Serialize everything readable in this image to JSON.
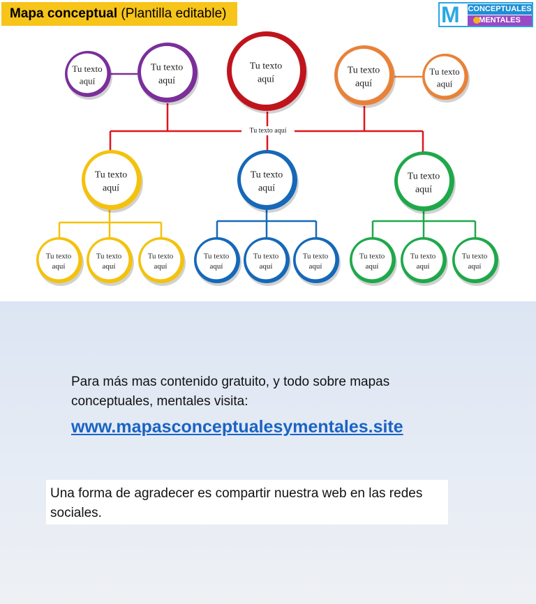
{
  "header": {
    "title_bold": "Mapa conceptual",
    "title_rest": " (Plantilla editable)",
    "logo_letter": "M",
    "logo_line1": "CONCEPTUALES",
    "logo_line2": "MENTALES"
  },
  "map": {
    "connector_label": "Tu texto aquí",
    "node_line1": "Tu texto",
    "node_line2": "aquí",
    "colors": {
      "red": "#c0141c",
      "purple": "#7a2f9a",
      "orange": "#e8823a",
      "yellow": "#f4c20d",
      "blue": "#1668b8",
      "green": "#1fa84a",
      "connector": "#e0141c"
    }
  },
  "footer": {
    "info_text": "Para más mas contenido gratuito, y todo sobre mapas conceptuales, mentales visita:",
    "link_text": "www.mapasconceptualesymentales.site",
    "share_text": "Una forma de agradecer es compartir nuestra web en las redes sociales."
  }
}
